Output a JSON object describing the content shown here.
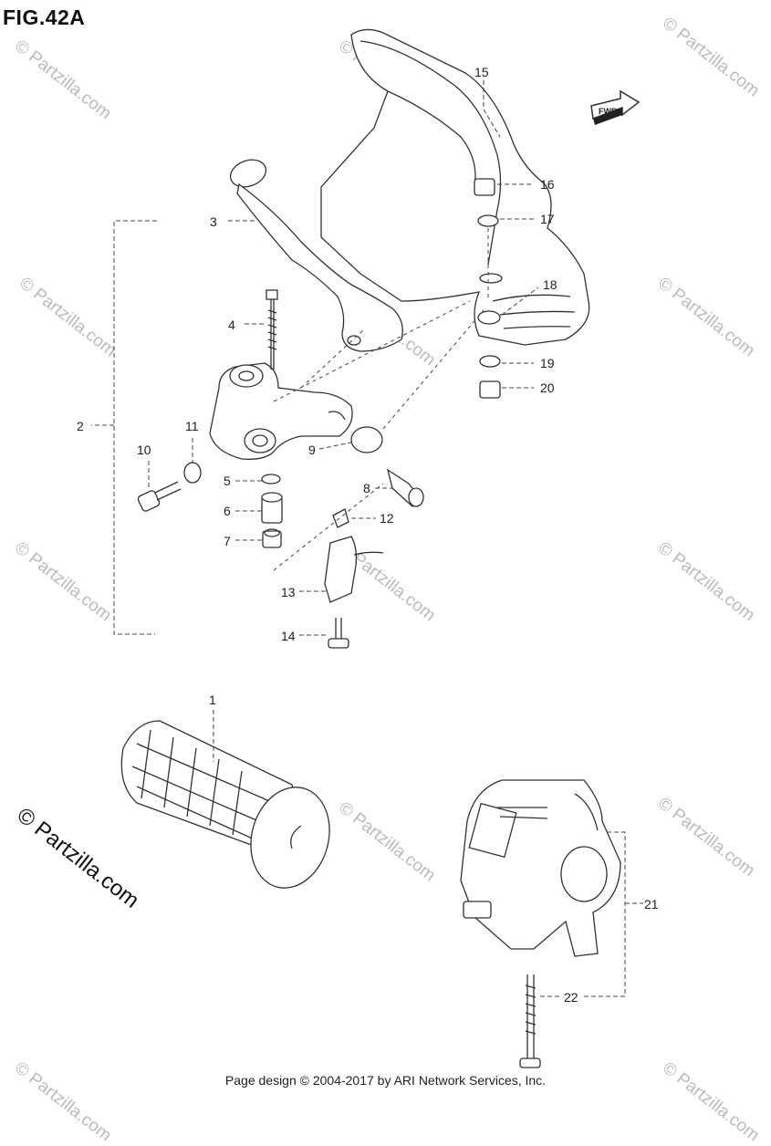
{
  "figure": {
    "title": "FIG.42A"
  },
  "fwd_label": "FWD",
  "callouts": [
    "1",
    "2",
    "3",
    "4",
    "5",
    "6",
    "7",
    "8",
    "9",
    "10",
    "11",
    "12",
    "13",
    "14",
    "15",
    "16",
    "17",
    "18",
    "19",
    "20",
    "21",
    "22"
  ],
  "watermark": {
    "main": "© Partzilla.com",
    "repeat": "© Partzilla.com"
  },
  "footer": {
    "text": "Page design © 2004-2017 by ARI Network Services, Inc."
  }
}
